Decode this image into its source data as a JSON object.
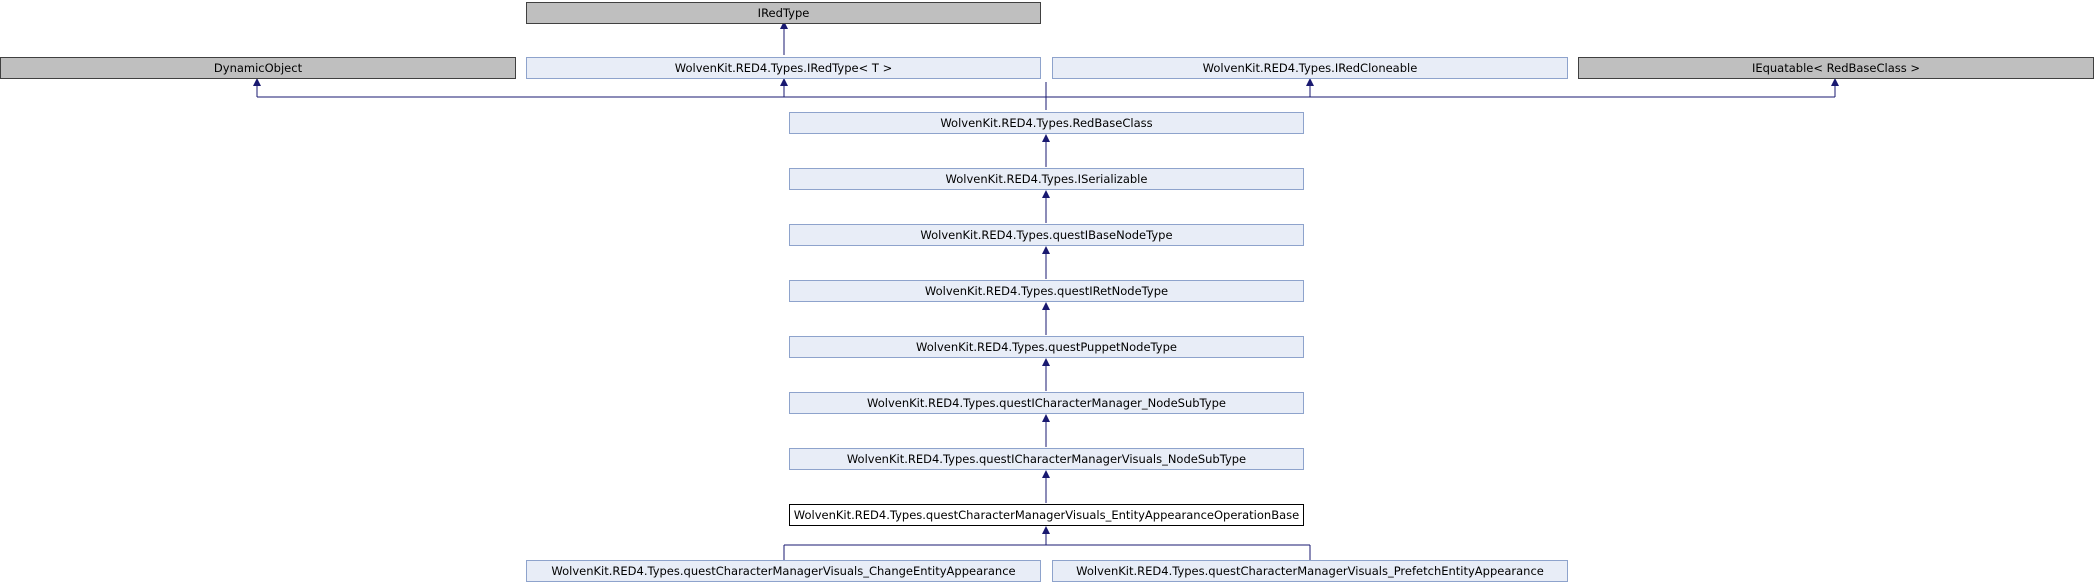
{
  "nodes": {
    "iredtype": "IRedType",
    "dynamic_object": "DynamicObject",
    "iredtype_t": "WolvenKit.RED4.Types.IRedType< T >",
    "iredcloneable": "WolvenKit.RED4.Types.IRedCloneable",
    "iequatable": "IEquatable< RedBaseClass >",
    "redbaseclass": "WolvenKit.RED4.Types.RedBaseClass",
    "iserializable": "WolvenKit.RED4.Types.ISerializable",
    "questibasenodetype": "WolvenKit.RED4.Types.questIBaseNodeType",
    "questiretnodetype": "WolvenKit.RED4.Types.questIRetNodeType",
    "questpuppetnodetype": "WolvenKit.RED4.Types.questPuppetNodeType",
    "questicharactermanager": "WolvenKit.RED4.Types.questICharacterManager_NodeSubType",
    "questicharactermanagervisuals": "WolvenKit.RED4.Types.questICharacterManagerVisuals_NodeSubType",
    "entityappearanceoperationbase": "WolvenKit.RED4.Types.questCharacterManagerVisuals_EntityAppearanceOperationBase",
    "changeentityappearance": "WolvenKit.RED4.Types.questCharacterManagerVisuals_ChangeEntityAppearance",
    "prefetchentityappearance": "WolvenKit.RED4.Types.questCharacterManagerVisuals_PrefetchEntityAppearance"
  },
  "colors": {
    "edge": "#191970",
    "external_fill": "#bfbfbf",
    "member_fill": "#e8edf7",
    "member_border": "#8ea3cc"
  }
}
